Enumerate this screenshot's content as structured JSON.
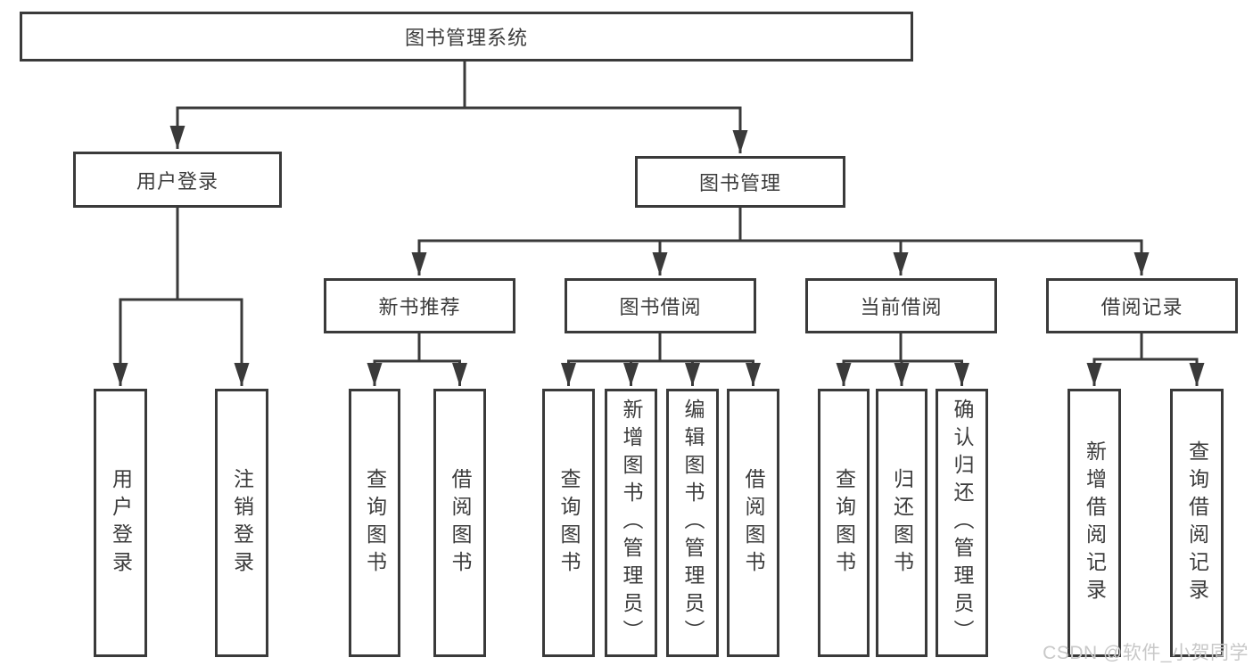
{
  "nodes": {
    "root": "图书管理系统",
    "level2": [
      "用户登录",
      "图书管理"
    ],
    "level3": [
      "新书推荐",
      "图书借阅",
      "当前借阅",
      "借阅记录"
    ],
    "leaves": {
      "user_login": [
        "用户登录",
        "注销登录"
      ],
      "new_book_recommend": [
        "查询图书",
        "借阅图书"
      ],
      "book_borrow": [
        "查询图书",
        "新增图书（管理员）",
        "编辑图书（管理员）",
        "借阅图书"
      ],
      "current_borrow": [
        "查询图书",
        "归还图书",
        "确认归还（管理员）"
      ],
      "borrow_record": [
        "新增借阅记录",
        "查询借阅记录"
      ]
    }
  },
  "watermark": "CSDN @软件_小贺同学",
  "colors": {
    "line": "#3a3a3a",
    "text": "#3c3c3c",
    "watermark": "#c8c8c8",
    "background": "#ffffff"
  }
}
